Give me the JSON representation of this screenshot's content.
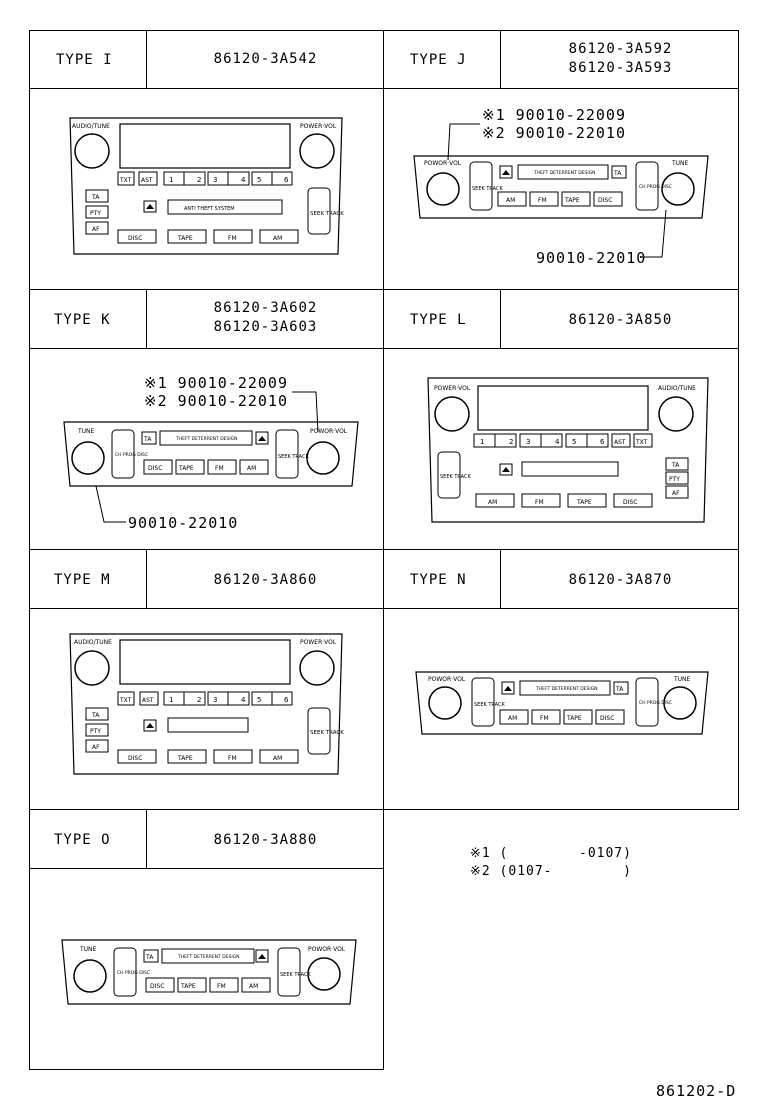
{
  "diagram_id": "861202-D",
  "types": [
    {
      "label": "TYPE  I",
      "parts": [
        "86120-3A542"
      ]
    },
    {
      "label": "TYPE  J",
      "parts": [
        "86120-3A592",
        "86120-3A593"
      ]
    },
    {
      "label": "TYPE  K",
      "parts": [
        "86120-3A602",
        "86120-3A603"
      ]
    },
    {
      "label": "TYPE  L",
      "parts": [
        "86120-3A850"
      ]
    },
    {
      "label": "TYPE  M",
      "parts": [
        "86120-3A860"
      ]
    },
    {
      "label": "TYPE  N",
      "parts": [
        "86120-3A870"
      ]
    },
    {
      "label": "TYPE  O",
      "parts": [
        "86120-3A880"
      ]
    }
  ],
  "callouts": {
    "j1": "※1  90010-22009",
    "j2": "※2  90010-22010",
    "j3": "90010-22010",
    "k1": "※1  90010-22009",
    "k2": "※2  90010-22010",
    "k3": "90010-22010"
  },
  "notes": {
    "n1": "※1 (        -0107)",
    "n2": "※2 (0107-        )"
  },
  "panel_labels": {
    "audio_tune": "AUDIO/TUNE",
    "power_vol": "POWER·VOL",
    "powor_vol": "POWOR·VOL",
    "tune": "TUNE",
    "seek_track": "SEEK TRACK",
    "ch_prog_disc": "CH PROG DISC",
    "txt": "TXT",
    "ast": "AST",
    "ta": "TA",
    "pty": "PTY",
    "af": "AF",
    "disc": "DISC",
    "tape": "TAPE",
    "fm": "FM",
    "am": "AM",
    "theft": "THEFT DETERRENT DESIGN",
    "antitheft": "ANTI THEFT SYSTEM"
  }
}
